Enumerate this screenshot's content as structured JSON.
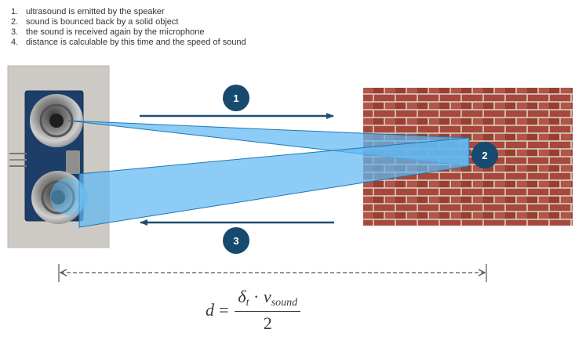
{
  "steps": [
    {
      "num": "1.",
      "text": "ultrasound is emitted by the speaker"
    },
    {
      "num": "2.",
      "text": "sound is bounced back by a solid object"
    },
    {
      "num": "3.",
      "text": "the sound is received again by the microphone"
    },
    {
      "num": "4.",
      "text": "distance is calculable by this time and the speed of sound"
    }
  ],
  "markers": {
    "m1": "1",
    "m2": "2",
    "m3": "3"
  },
  "formula": {
    "lhs": "d",
    "equals": "=",
    "delta": "δ",
    "delta_sub": "t",
    "dot": "·",
    "v": "v",
    "v_sub": "sound",
    "denominator": "2"
  },
  "colors": {
    "beam": "#5fb9f2",
    "beam_edge": "#1f78b4",
    "arrow": "#1e4f74",
    "marker": "#164a6e",
    "dimension": "#555555"
  },
  "icons": {
    "sensor": "ultrasonic-sensor-photo",
    "wall": "brick-wall-photo"
  }
}
